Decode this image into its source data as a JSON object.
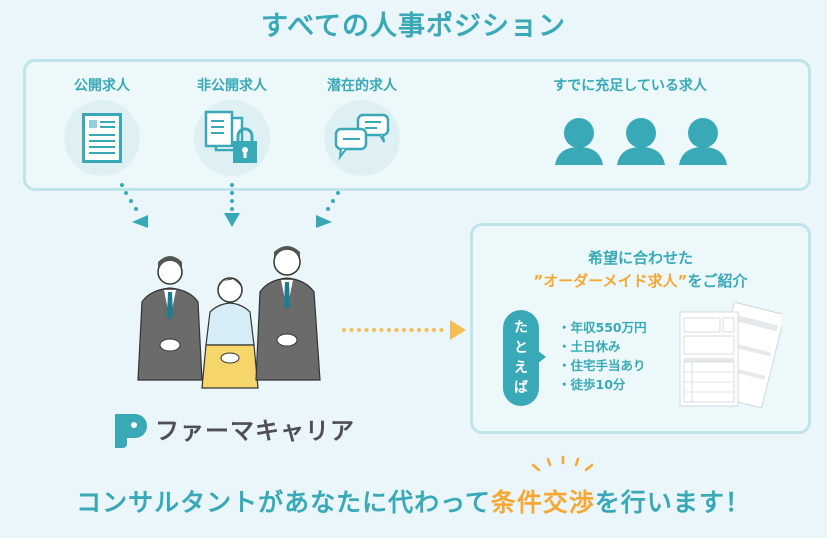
{
  "title": "すべての人事ポジション",
  "categories": [
    {
      "label": "公開求人",
      "icon": "document-icon"
    },
    {
      "label": "非公開求人",
      "icon": "locked-document-icon"
    },
    {
      "label": "潜在的求人",
      "icon": "chat-bubbles-icon"
    },
    {
      "label": "すでに充足している求人",
      "icon": "people-icon"
    }
  ],
  "brand": {
    "name": "ファーマキャリア",
    "logo_icon": "p-logo-icon"
  },
  "offer": {
    "line1": "希望に合わせた",
    "line2_highlight": "”オーダーメイド求人”",
    "line2_rest": "をご紹介",
    "example_label": [
      "た",
      "と",
      "え",
      "ば"
    ],
    "examples": [
      "・年収550万円",
      "・土日休み",
      "・住宅手当あり",
      "・徒歩10分"
    ]
  },
  "bottom": {
    "prefix": "コンサルタントがあなたに代わって",
    "highlight": "条件交渉",
    "suffix": "を行います！"
  },
  "colors": {
    "primary": "#3aa9b7",
    "accent": "#f5a833",
    "background": "#eaf6f9"
  }
}
